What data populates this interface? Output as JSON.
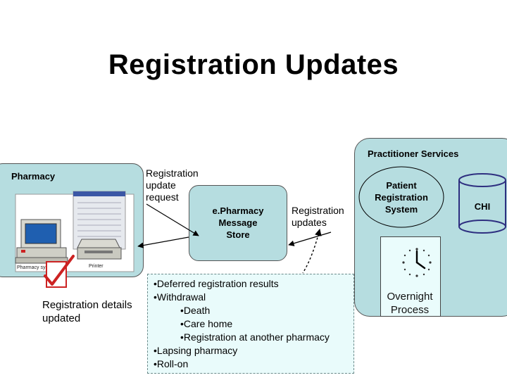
{
  "title": "Registration Updates",
  "labels": {
    "pharmacy": "Pharmacy",
    "practitioner_services": "Practitioner Services",
    "registration_update_request": "Registration update request",
    "epharmacy_store": "e.Pharmacy Message Store",
    "registration_updates": "Registration updates",
    "patient_registration_system": "Patient Registration System",
    "chi": "CHI",
    "registration_details_updated": "Registration details updated",
    "overnight_process": "Overnight Process",
    "pharmacy_system_caption": "Pharmacy system",
    "printer_caption": "Printer"
  },
  "update_reasons": [
    {
      "text": "•Deferred registration results",
      "level": 0
    },
    {
      "text": "•Withdrawal",
      "level": 0
    },
    {
      "text": "•Death",
      "level": 1
    },
    {
      "text": "•Care home",
      "level": 1
    },
    {
      "text": "•Registration at another pharmacy",
      "level": 1
    },
    {
      "text": "•Lapsing pharmacy",
      "level": 0
    },
    {
      "text": "•Roll-on",
      "level": 0
    }
  ],
  "icons": [
    "computer-icon",
    "printer-icon",
    "checkmark-icon",
    "clock-icon",
    "database-cylinder-icon"
  ],
  "colors": {
    "box_fill": "#b6dde0",
    "list_fill": "#e9fbfb",
    "checkmark": "#cc2222",
    "cylinder": "#2e2f80"
  }
}
